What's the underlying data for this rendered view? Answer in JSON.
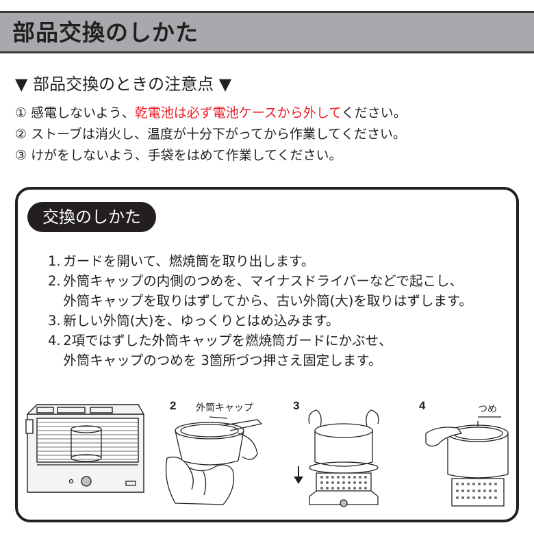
{
  "header": {
    "title": "部品交換のしかた"
  },
  "precautions": {
    "heading": "▼ 部品交換のときの注意点 ▼",
    "items": [
      {
        "lead": "① 感電しないよう、",
        "emphasis": "乾電池は必ず電池ケースから外して",
        "tail": "ください。"
      },
      {
        "lead": "② ストーブは消火し、温度が十分下がってから作業してください。",
        "emphasis": "",
        "tail": ""
      },
      {
        "lead": "③ けがをしないよう、手袋をはめて作業してください。",
        "emphasis": "",
        "tail": ""
      }
    ]
  },
  "procedure": {
    "title": "交換のしかた",
    "steps": [
      {
        "num": "1.",
        "lines": [
          "ガードを開いて、燃焼筒を取り出します。"
        ]
      },
      {
        "num": "2.",
        "lines": [
          "外筒キャップの内側のつめを、マイナスドライバーなどで起こし、",
          "外筒キャップを取りはずしてから、古い外筒(大)を取りはずします。"
        ]
      },
      {
        "num": "3.",
        "lines": [
          "新しい外筒(大)を、ゆっくりとはめ込みます。"
        ]
      },
      {
        "num": "4.",
        "lines": [
          "2項ではずした外筒キャップを燃焼筒ガードにかぶせ、",
          "外筒キャップのつめを 3箇所づつ押さえ固定します。"
        ]
      }
    ]
  },
  "figures": {
    "fig2": {
      "number": "2",
      "label": "外筒キャップ"
    },
    "fig3": {
      "number": "3"
    },
    "fig4": {
      "number": "4",
      "label": "つめ"
    }
  }
}
